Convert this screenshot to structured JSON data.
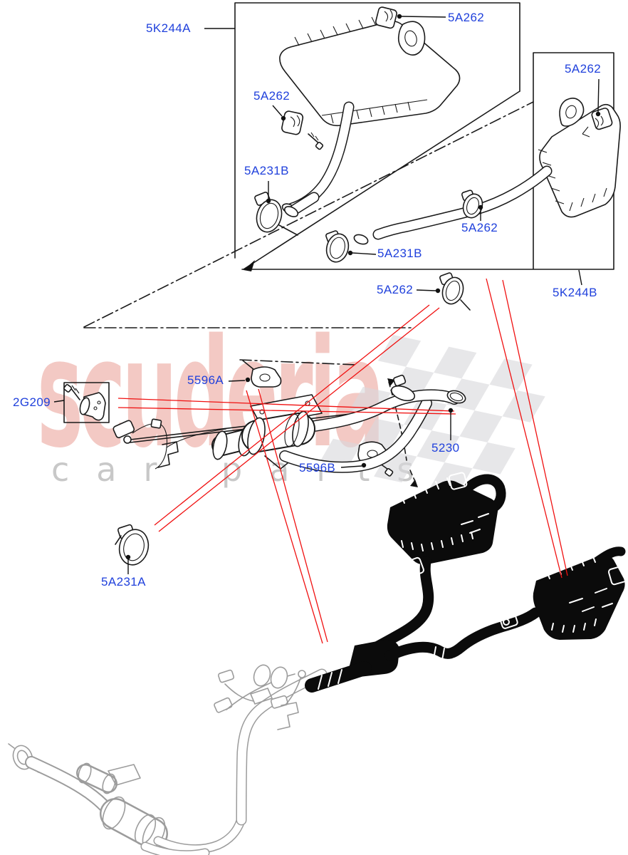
{
  "watermark": {
    "brand": "scuderia",
    "tagline": "car parts"
  },
  "labels": [
    {
      "id": "5K244A",
      "text": "5K244A"
    },
    {
      "id": "5A262-1",
      "text": "5A262"
    },
    {
      "id": "5A262-2",
      "text": "5A262"
    },
    {
      "id": "5A262-3",
      "text": "5A262"
    },
    {
      "id": "5A231B-1",
      "text": "5A231B"
    },
    {
      "id": "5A262-4",
      "text": "5A262"
    },
    {
      "id": "5A231B-2",
      "text": "5A231B"
    },
    {
      "id": "5K244B",
      "text": "5K244B"
    },
    {
      "id": "5A262-5",
      "text": "5A262"
    },
    {
      "id": "5596A",
      "text": "5596A"
    },
    {
      "id": "2G209",
      "text": "2G209"
    },
    {
      "id": "5230",
      "text": "5230"
    },
    {
      "id": "5596B",
      "text": "5596B"
    },
    {
      "id": "5A231A",
      "text": "5A231A"
    }
  ],
  "colors": {
    "label_blue": "#2041DC",
    "leader_red": "#F01010",
    "line_black": "#1A1A1A",
    "ghost_gray": "#9C9C9C",
    "silhouette_black": "#0B0B0B",
    "watermark_pink": "#E7948A",
    "watermark_gray": "#BEBEBE",
    "flag_gray": "#D8D8DC"
  }
}
